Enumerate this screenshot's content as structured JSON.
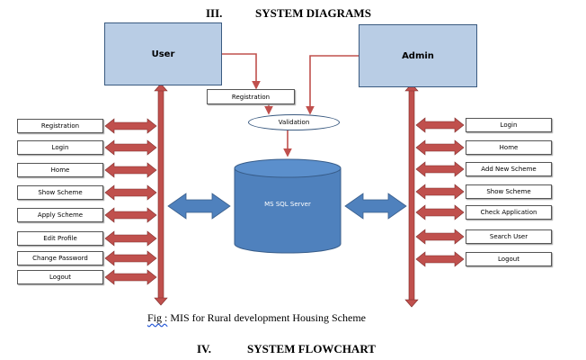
{
  "headings": {
    "section3_number": "III.",
    "section3_title": "SYSTEM DIAGRAMS",
    "section4_number": "IV.",
    "section4_title": "SYSTEM FLOWCHART"
  },
  "diagram": {
    "user_label": "User",
    "admin_label": "Admin",
    "registration_label": "Registration",
    "validation_label": "Validation",
    "database_label": "MS SQL Server",
    "user_items": [
      "Registration",
      "Login",
      "Home",
      "Show Scheme",
      "Apply Scheme",
      "Edit Profile",
      "Change Password",
      "Logout"
    ],
    "admin_items": [
      "Login",
      "Home",
      "Add New Scheme",
      "Show Scheme",
      "Check Application",
      "Search User",
      "Logout"
    ]
  },
  "caption": {
    "prefix": "Fig :",
    "text": " MIS for Rural development Housing Scheme"
  },
  "colors": {
    "box_fill": "#b9cde5",
    "arrow_red": "#c0504d",
    "arrow_blue": "#4f81bd",
    "connector_red": "#c0504d"
  }
}
